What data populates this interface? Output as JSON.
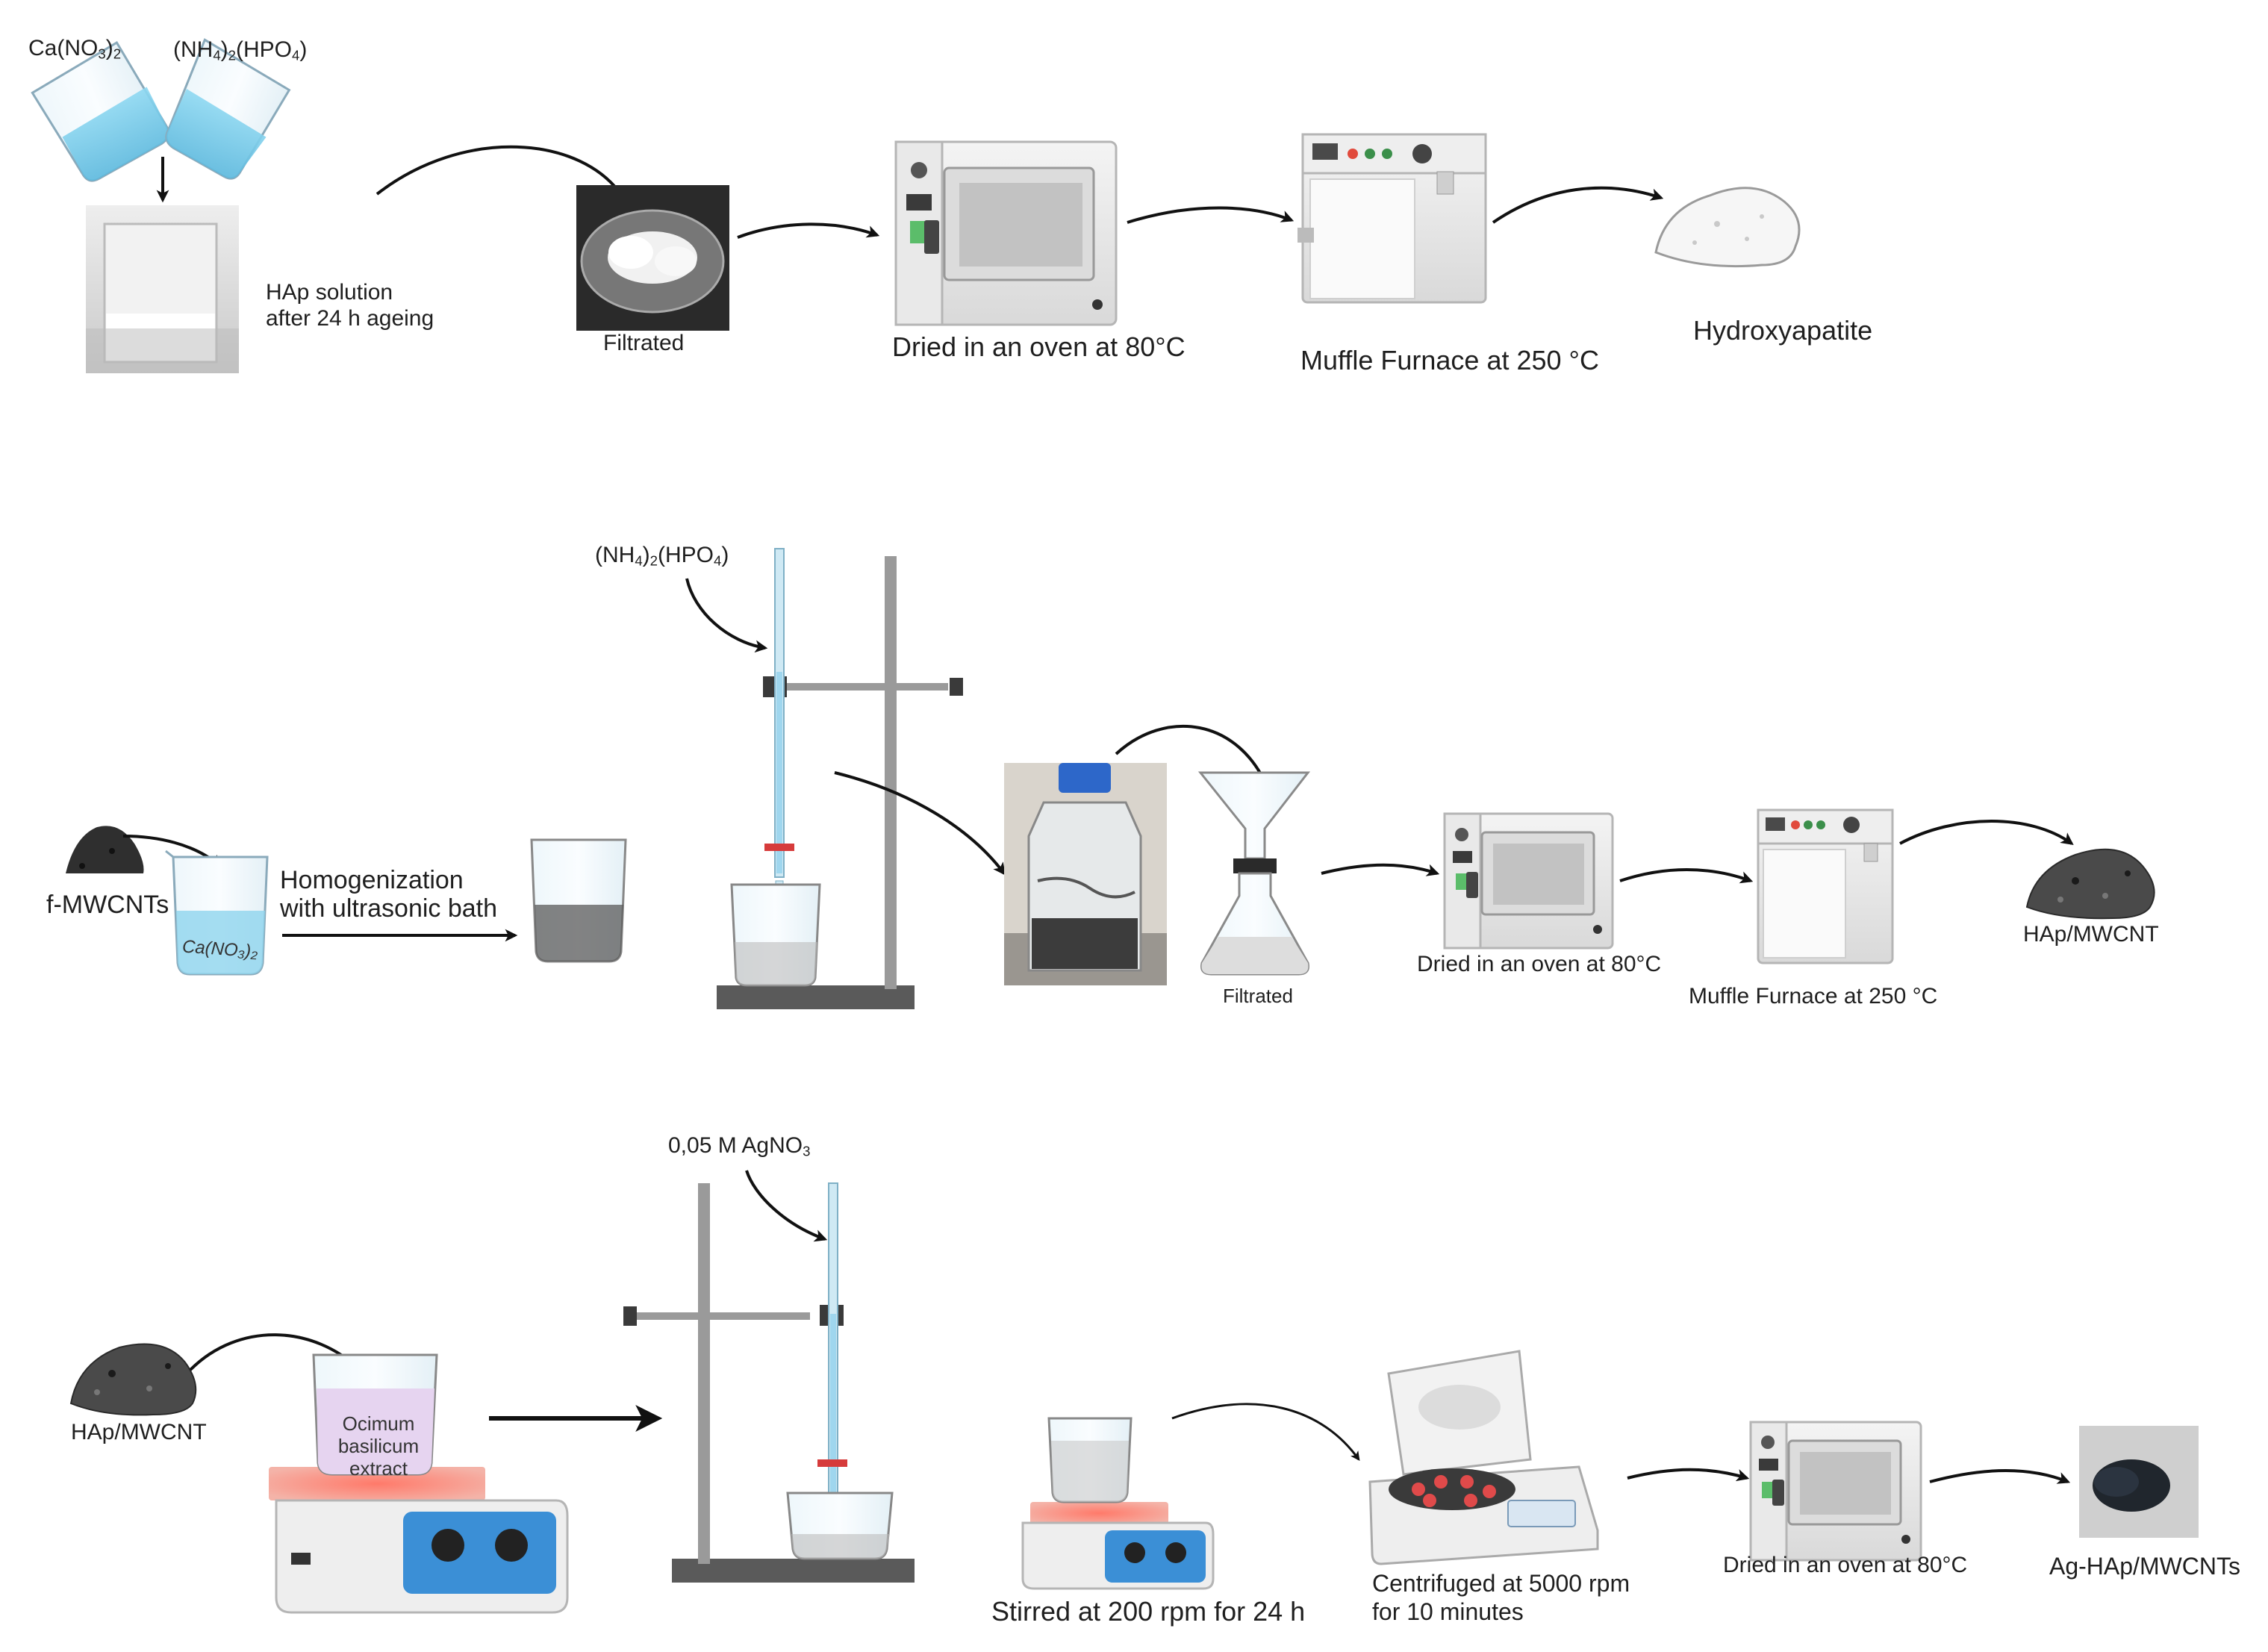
{
  "row1": {
    "reagent_a": {
      "base": "Ca(NO",
      "sub": "3",
      "tail": ")",
      "sub2": "2"
    },
    "reagent_b": {
      "p1": "(NH",
      "s1": "4",
      "p2": ")",
      "s2": "2",
      "p3": "(HPO",
      "s3": "4",
      "p4": ")"
    },
    "hap_solution": "HAp solution",
    "ageing": "after 24 h ageing",
    "filtrated": "Filtrated",
    "dried": "Dried in an oven at 80°C",
    "muffle": "Muffle Furnace at 250 °C",
    "product": "Hydroxyapatite"
  },
  "row2": {
    "reagent": {
      "p1": "(NH",
      "s1": "4",
      "p2": ")",
      "s2": "2",
      "p3": "(HPO",
      "s3": "4",
      "p4": ")"
    },
    "fmwcnts": "f-MWCNTs",
    "beaker_text": "Ca(NO₃)₂",
    "homog1": "Homogenization",
    "homog2": "with ultrasonic bath",
    "filtrated": "Filtrated",
    "dried": "Dried in an oven at 80°C",
    "muffle": "Muffle Furnace at 250 °C",
    "product": "HAp/MWCNT"
  },
  "row3": {
    "reagent": {
      "p1": "0,05 M AgNO",
      "s1": "3"
    },
    "hap_mwcnt": "HAp/MWCNT",
    "extract1": "Ocimum",
    "extract2": "basilicum",
    "extract3": "extract",
    "stirred": "Stirred at 200 rpm for 24 h",
    "centrifuged1": "Centrifuged at 5000 rpm",
    "centrifuged2": "for 10 minutes",
    "dried": "Dried in an oven at 80°C",
    "product": "Ag-HAp/MWCNTs"
  },
  "colors": {
    "liquid_blue": "#6cc8e8",
    "oven_body": "#e8e8e8",
    "dark_powder": "#3a3a3a",
    "stand_gray": "#8a8a8a",
    "hotplate_red": "#f06a5a",
    "panel_blue": "#3b8fd6",
    "extract_purple": "#e6d4f0",
    "arrow": "#111111"
  }
}
